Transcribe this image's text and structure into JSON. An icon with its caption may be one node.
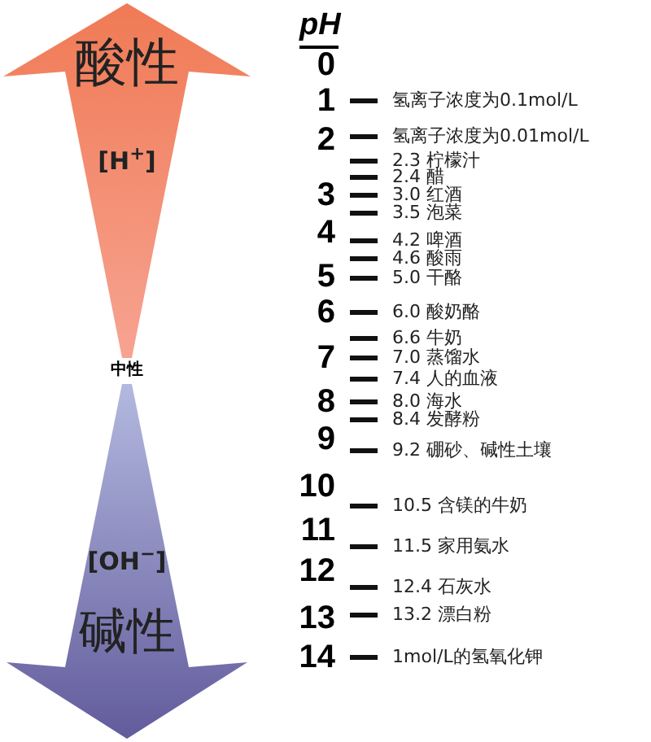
{
  "diagram": {
    "nodes": [
      {
        "text": [
          "酸性",
          "[H$^{+}$]"
        ]
      },
      {
        "text": [
          "[OH$^{−}$]",
          "碱性"
        ]
      }
    ],
    "labels": [
      "pH",
      "0",
      "1",
      "氢离子浓度为0.1mol/L",
      "2",
      "氢离子浓度为0.01mol/L",
      "2.3 柠檬汁",
      "2.4 醋",
      "3",
      "3.0 红酒",
      "3.5 泡菜",
      "4",
      "4.2 啤酒",
      "4.6 酸雨",
      "5",
      "5.0 干酪",
      "6",
      "6.0 酸奶酪",
      "6.6 牛奶",
      "7",
      "7.0 蒸馏水",
      "7.4 人的血液",
      "8",
      "8.0 海水",
      "8.4 发酵粉",
      "9",
      "9.2 硼砂、碱性土壤",
      "10",
      "10.5 含镁的牛奶",
      "11",
      "11.5 家用氨水",
      "12",
      "12.4 石灰水",
      "13",
      "13.2 漂白粉",
      "14",
      "1mol/L的氢氧化钾",
      "中性"
    ]
  }
}
